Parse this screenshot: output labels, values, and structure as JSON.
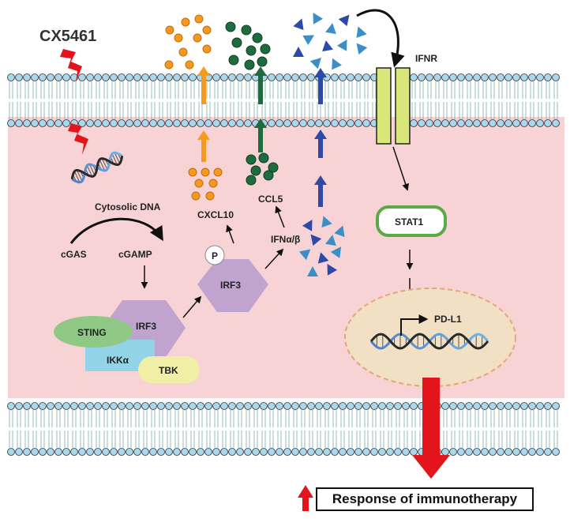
{
  "drug": "CX5461",
  "labels": {
    "ifnr": "IFNR",
    "cytosolic_dna": "Cytosolic DNA",
    "cgas": "cGAS",
    "cgamp": "cGAMP",
    "cxcl10": "CXCL10",
    "ccl5": "CCL5",
    "ifn": "IFNα/β",
    "p": "P",
    "irf3_active": "IRF3",
    "irf3_complex": "IRF3",
    "sting": "STING",
    "ikk": "IKKα",
    "tbk": "TBK",
    "stat1": "STAT1",
    "pdl1": "PD-L1"
  },
  "response": "Response of immunotherapy",
  "colors": {
    "cytoplasm": "#f7d3d5",
    "membrane_head": "#a9d7ec",
    "orange": "#f59a1f",
    "green": "#1e6b3f",
    "blue": "#2f4aa6",
    "triangle": "#3b8fc9",
    "irf3": "#c0a3cf",
    "sting": "#8fc985",
    "ikk": "#92d3e8",
    "tbk": "#f1eea6",
    "stat1_border": "#5ca947",
    "ifnr": "#d8e67a",
    "nucleus": "#f1e0c4",
    "red": "#e3141c"
  }
}
